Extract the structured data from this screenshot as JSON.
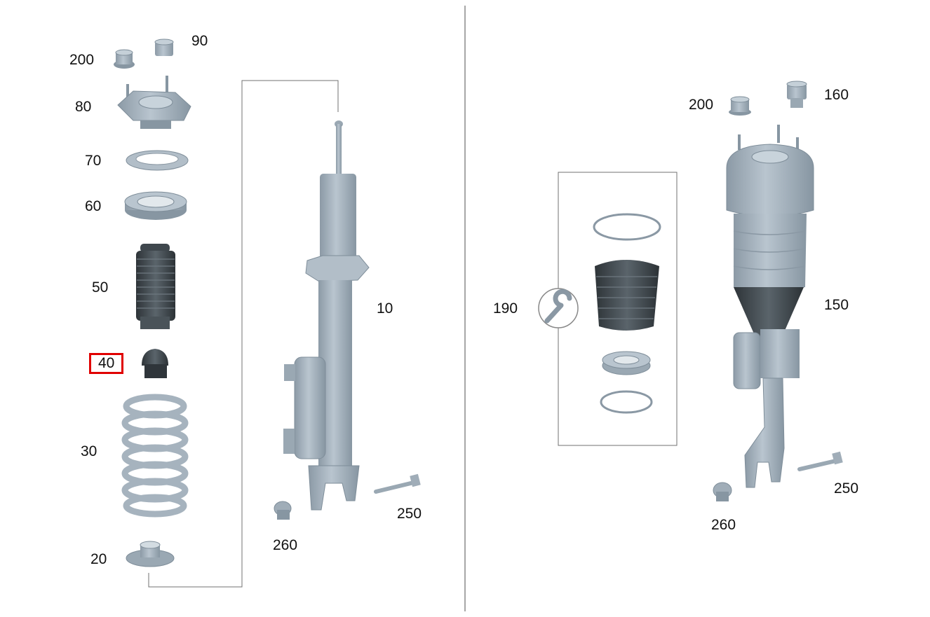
{
  "colors": {
    "part_fill": "#a8b5c0",
    "part_shadow": "#7e8d99",
    "part_dark": "#3b4248",
    "line": "#707070",
    "highlight": "#e00000"
  },
  "icons": {
    "tool": "wrench-icon"
  },
  "left_group": {
    "labels": {
      "p200": "200",
      "p90": "90",
      "p80": "80",
      "p70": "70",
      "p60": "60",
      "p50": "50",
      "p40": "40",
      "p30": "30",
      "p20": "20",
      "p10": "10",
      "p260": "260",
      "p250": "250"
    },
    "highlighted": "40"
  },
  "right_group": {
    "labels": {
      "p200": "200",
      "p160": "160",
      "p190": "190",
      "p150": "150",
      "p260": "260",
      "p250": "250"
    }
  }
}
